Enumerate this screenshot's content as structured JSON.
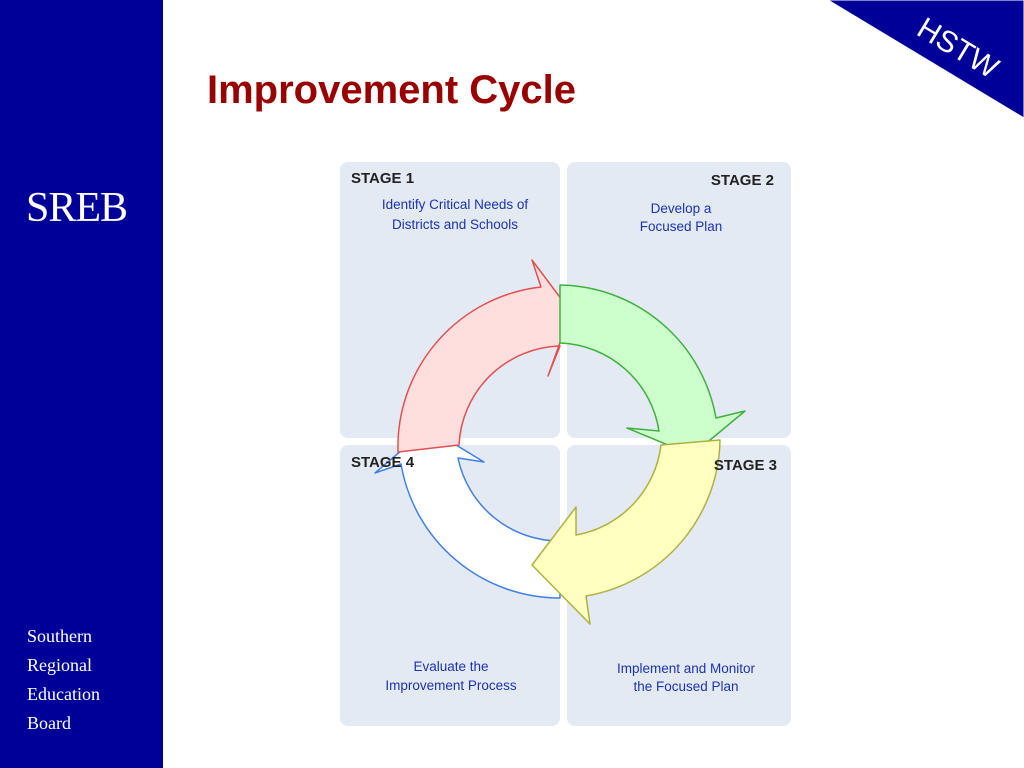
{
  "slide": {
    "title": "Improvement Cycle",
    "corner_badge": "HSTW"
  },
  "sidebar": {
    "logo": "SREB",
    "org_lines": [
      "Southern",
      "Regional",
      "Education",
      "Board"
    ]
  },
  "diagram": {
    "stages": [
      {
        "heading": "STAGE 1",
        "lines": [
          "Identify Critical Needs of",
          "Districts and Schools"
        ],
        "arrow_color": "#ffdede"
      },
      {
        "heading": "STAGE 2",
        "lines": [
          "Develop a",
          "Focused Plan"
        ],
        "arrow_color": "#ccffcc"
      },
      {
        "heading": "STAGE 3",
        "lines": [
          "Implement and Monitor",
          "the Focused Plan"
        ],
        "arrow_color": "#ffffc0"
      },
      {
        "heading": "STAGE 4",
        "lines": [
          "Evaluate the",
          "Improvement Process"
        ],
        "arrow_color": "#ffffff"
      }
    ],
    "colors": {
      "panel": "#e4eaf4",
      "stage1_stroke": "#e05050",
      "stage2_stroke": "#40b040",
      "stage3_stroke": "#b0b040",
      "stage4_stroke": "#4080e0",
      "sidebar_bg": "#000099",
      "title": "#990000"
    }
  }
}
